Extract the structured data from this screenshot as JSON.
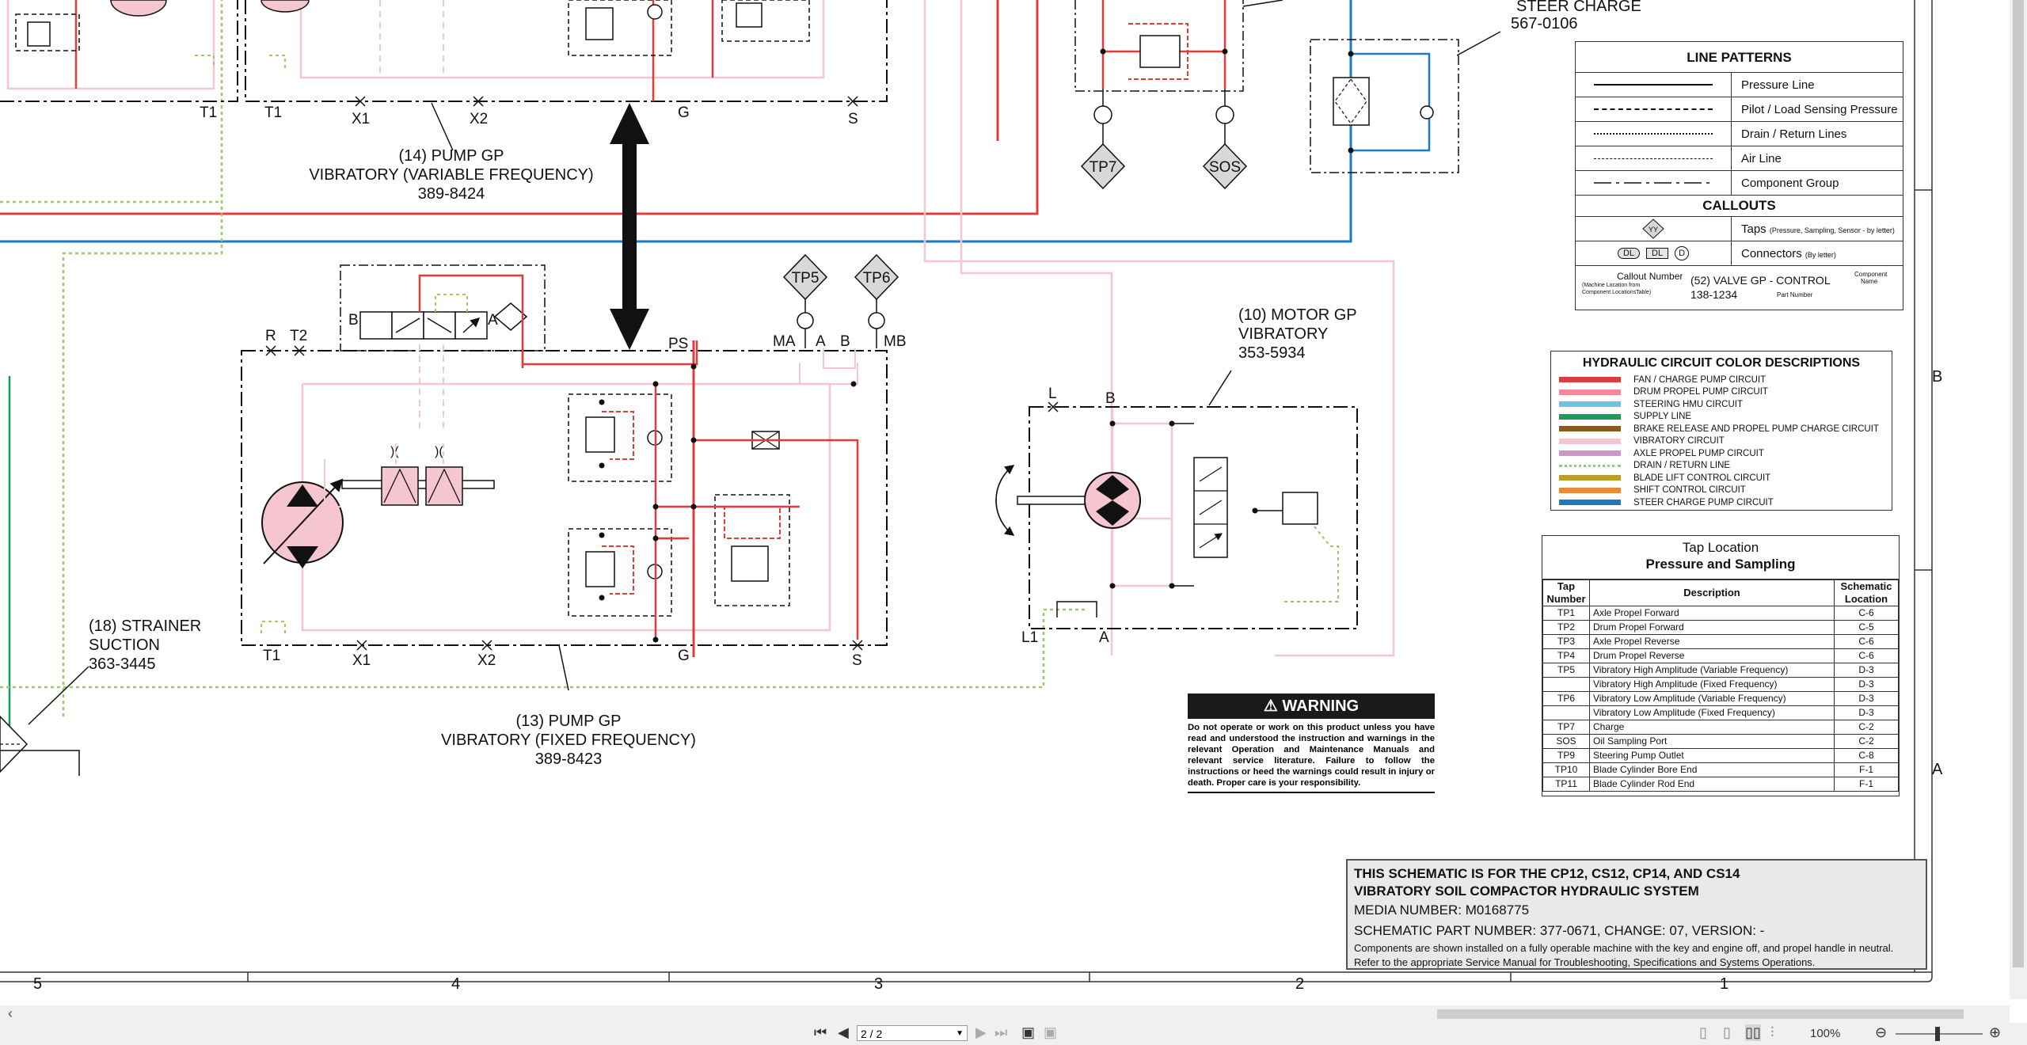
{
  "components": {
    "pump14": {
      "title": "(14) PUMP GP",
      "subtitle": "VIBRATORY (VARIABLE FREQUENCY)",
      "part": "389-8424"
    },
    "pump13": {
      "title": "(13) PUMP GP",
      "subtitle": "VIBRATORY (FIXED FREQUENCY)",
      "part": "389-8423"
    },
    "motor10": {
      "title": "(10) MOTOR GP",
      "subtitle": "VIBRATORY",
      "part": "353-5934"
    },
    "strainer18": {
      "title": "(18) STRAINER",
      "subtitle": "SUCTION",
      "part": "363-3445"
    },
    "steer_charge": {
      "title": "STEER CHARGE",
      "part": "567-0106"
    }
  },
  "ports": {
    "T1": "T1",
    "T2": "T2",
    "X1": "X1",
    "X2": "X2",
    "G": "G",
    "S": "S",
    "R": "R",
    "A": "A",
    "B": "B",
    "PS": "PS",
    "MA": "MA",
    "MB": "MB",
    "L": "L",
    "L1": "L1"
  },
  "taps_on_diagram": [
    "TP5",
    "TP6",
    "TP7",
    "SOS"
  ],
  "line_patterns": {
    "title": "LINE PATTERNS",
    "items": [
      "Pressure Line",
      "Pilot / Load Sensing Pressure",
      "Drain / Return Lines",
      "Air Line",
      "Component Group"
    ],
    "callouts_title": "CALLOUTS",
    "taps_label": "Taps",
    "taps_note": "(Pressure, Sampling, Sensor - by letter)",
    "tap_symbol": "YY",
    "connectors_label": "Connectors",
    "connectors_note": "(By letter)",
    "connector_symbols": [
      "DL",
      "DL",
      "D"
    ],
    "callout_number": "Callout Number",
    "callout_number_note1": "(Machine Location from",
    "callout_number_note2": "Component LocationsTable)",
    "callout_example": "(52) VALVE GP - CONTROL",
    "callout_part": "138-1234",
    "component_name": "Component",
    "component_name2": "Name",
    "part_number": "Part Number"
  },
  "color_desc": {
    "title": "HYDRAULIC CIRCUIT COLOR DESCRIPTIONS",
    "items": [
      {
        "label": "FAN / CHARGE PUMP CIRCUIT",
        "color": "#e03c3c"
      },
      {
        "label": "DRUM PROPEL PUMP CIRCUIT",
        "color": "#f08a9a"
      },
      {
        "label": "STEERING HMU CIRCUIT",
        "color": "#6cc4dc"
      },
      {
        "label": "SUPPLY LINE",
        "color": "#1a9a5a"
      },
      {
        "label": "BRAKE RELEASE AND PROPEL PUMP CHARGE CIRCUIT",
        "color": "#8a5a1a"
      },
      {
        "label": "VIBRATORY CIRCUIT",
        "color": "#f6c6d0"
      },
      {
        "label": "AXLE PROPEL PUMP CIRCUIT",
        "color": "#cc99cc"
      },
      {
        "label": "DRAIN / RETURN LINE",
        "color": "#99cc66"
      },
      {
        "label": "BLADE LIFT CONTROL CIRCUIT",
        "color": "#b8a020"
      },
      {
        "label": "SHIFT CONTROL CIRCUIT",
        "color": "#ee8a30"
      },
      {
        "label": "STEER CHARGE PUMP CIRCUIT",
        "color": "#1a7ac4"
      }
    ]
  },
  "tap_location": {
    "title1": "Tap Location",
    "title2": "Pressure and Sampling",
    "col_tap1": "Tap",
    "col_tap2": "Number",
    "col_desc": "Description",
    "col_loc1": "Schematic",
    "col_loc2": "Location",
    "rows": [
      {
        "tap": "TP1",
        "desc": "Axle Propel Forward",
        "loc": "C-6"
      },
      {
        "tap": "TP2",
        "desc": "Drum Propel Forward",
        "loc": "C-5"
      },
      {
        "tap": "TP3",
        "desc": "Axle Propel Reverse",
        "loc": "C-6"
      },
      {
        "tap": "TP4",
        "desc": "Drum Propel Reverse",
        "loc": "C-6"
      },
      {
        "tap": "TP5",
        "desc": "Vibratory High Amplitude (Variable Frequency)",
        "loc": "D-3"
      },
      {
        "tap": "",
        "desc": "Vibratory High Amplitude (Fixed Frequency)",
        "loc": "D-3"
      },
      {
        "tap": "TP6",
        "desc": "Vibratory Low Amplitude (Variable Frequency)",
        "loc": "D-3"
      },
      {
        "tap": "",
        "desc": "Vibratory Low Amplitude (Fixed Frequency)",
        "loc": "D-3"
      },
      {
        "tap": "TP7",
        "desc": "Charge",
        "loc": "C-2"
      },
      {
        "tap": "SOS",
        "desc": "Oil Sampling Port",
        "loc": "C-2"
      },
      {
        "tap": "TP9",
        "desc": "Steering Pump Outlet",
        "loc": "C-8"
      },
      {
        "tap": "TP10",
        "desc": "Blade Cylinder Bore End",
        "loc": "F-1"
      },
      {
        "tap": "TP11",
        "desc": "Blade Cylinder Rod End",
        "loc": "F-1"
      }
    ]
  },
  "warning": {
    "title": "WARNING",
    "text": "Do not operate or work on this product unless you have read and understood the instruction and warnings in the relevant Operation and Maintenance Manuals and relevant service literature. Failure to follow the instructions or heed the warnings could result in injury or death. Proper care is your responsibility."
  },
  "title_block": {
    "line1": "THIS SCHEMATIC IS FOR THE CP12, CS12, CP14, AND CS14",
    "line2": "VIBRATORY SOIL COMPACTOR HYDRAULIC SYSTEM",
    "media": "MEDIA NUMBER: M0168775",
    "part": "SCHEMATIC PART NUMBER: 377-0671, CHANGE: 07, VERSION: -",
    "note1": "Components are shown installed on a fully operable machine with the key and engine off, and propel handle in neutral.",
    "note2": "Refer to the appropriate Service Manual for Troubleshooting, Specifications and Systems Operations."
  },
  "zones": {
    "bottom": [
      "5",
      "4",
      "3",
      "2",
      "1"
    ],
    "side": [
      "B",
      "A"
    ]
  },
  "viewer": {
    "page": "2 / 2",
    "zoom": "100%"
  }
}
